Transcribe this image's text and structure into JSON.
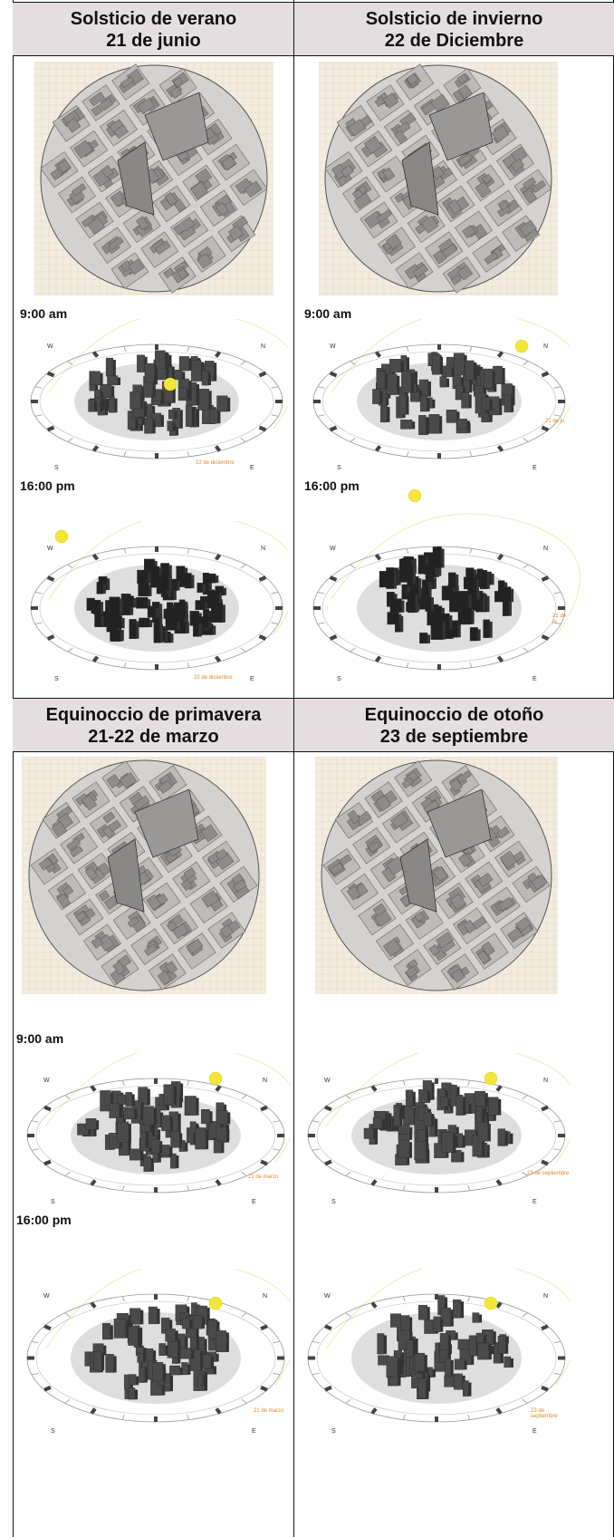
{
  "panels": [
    {
      "title": "Solsticio de verano",
      "date": "21 de junio",
      "am_label": "9:00 am",
      "pm_label": "16:00 pm",
      "compass": {
        "w": "W",
        "n": "N",
        "s": "S",
        "e": "E"
      },
      "am_note": "22 de diciembre",
      "pm_note": "22 de diciembre"
    },
    {
      "title": "Solsticio de invierno",
      "date": "22 de Diciembre",
      "am_label": "9:00 am",
      "pm_label": "16:00 pm",
      "compass": {
        "w": "W",
        "n": "N",
        "s": "S",
        "e": "E"
      },
      "am_note": "21 de ju",
      "pm_note": "21 de ju"
    },
    {
      "title": "Equinoccio de primavera",
      "date": "21-22 de marzo",
      "am_label": "9:00 am",
      "pm_label": "16:00 pm",
      "compass": {
        "w": "W",
        "n": "N",
        "s": "S",
        "e": "E"
      },
      "am_note": "21 de marzo",
      "pm_note": "21 de marzo"
    },
    {
      "title": "Equinoccio de otoño",
      "date": "23 de septiembre",
      "am_label": "",
      "pm_label": "",
      "compass": {
        "w": "W",
        "n": "N",
        "s": "S",
        "e": "E"
      },
      "am_note": "23 de septiembre",
      "pm_note": "23 de septiembre"
    }
  ],
  "colors": {
    "header_bg": "#e5dee0",
    "plan_bg": "#f3ecdf",
    "sun": "#f2e63a",
    "building": "#444444",
    "note": "#e08a2c"
  }
}
